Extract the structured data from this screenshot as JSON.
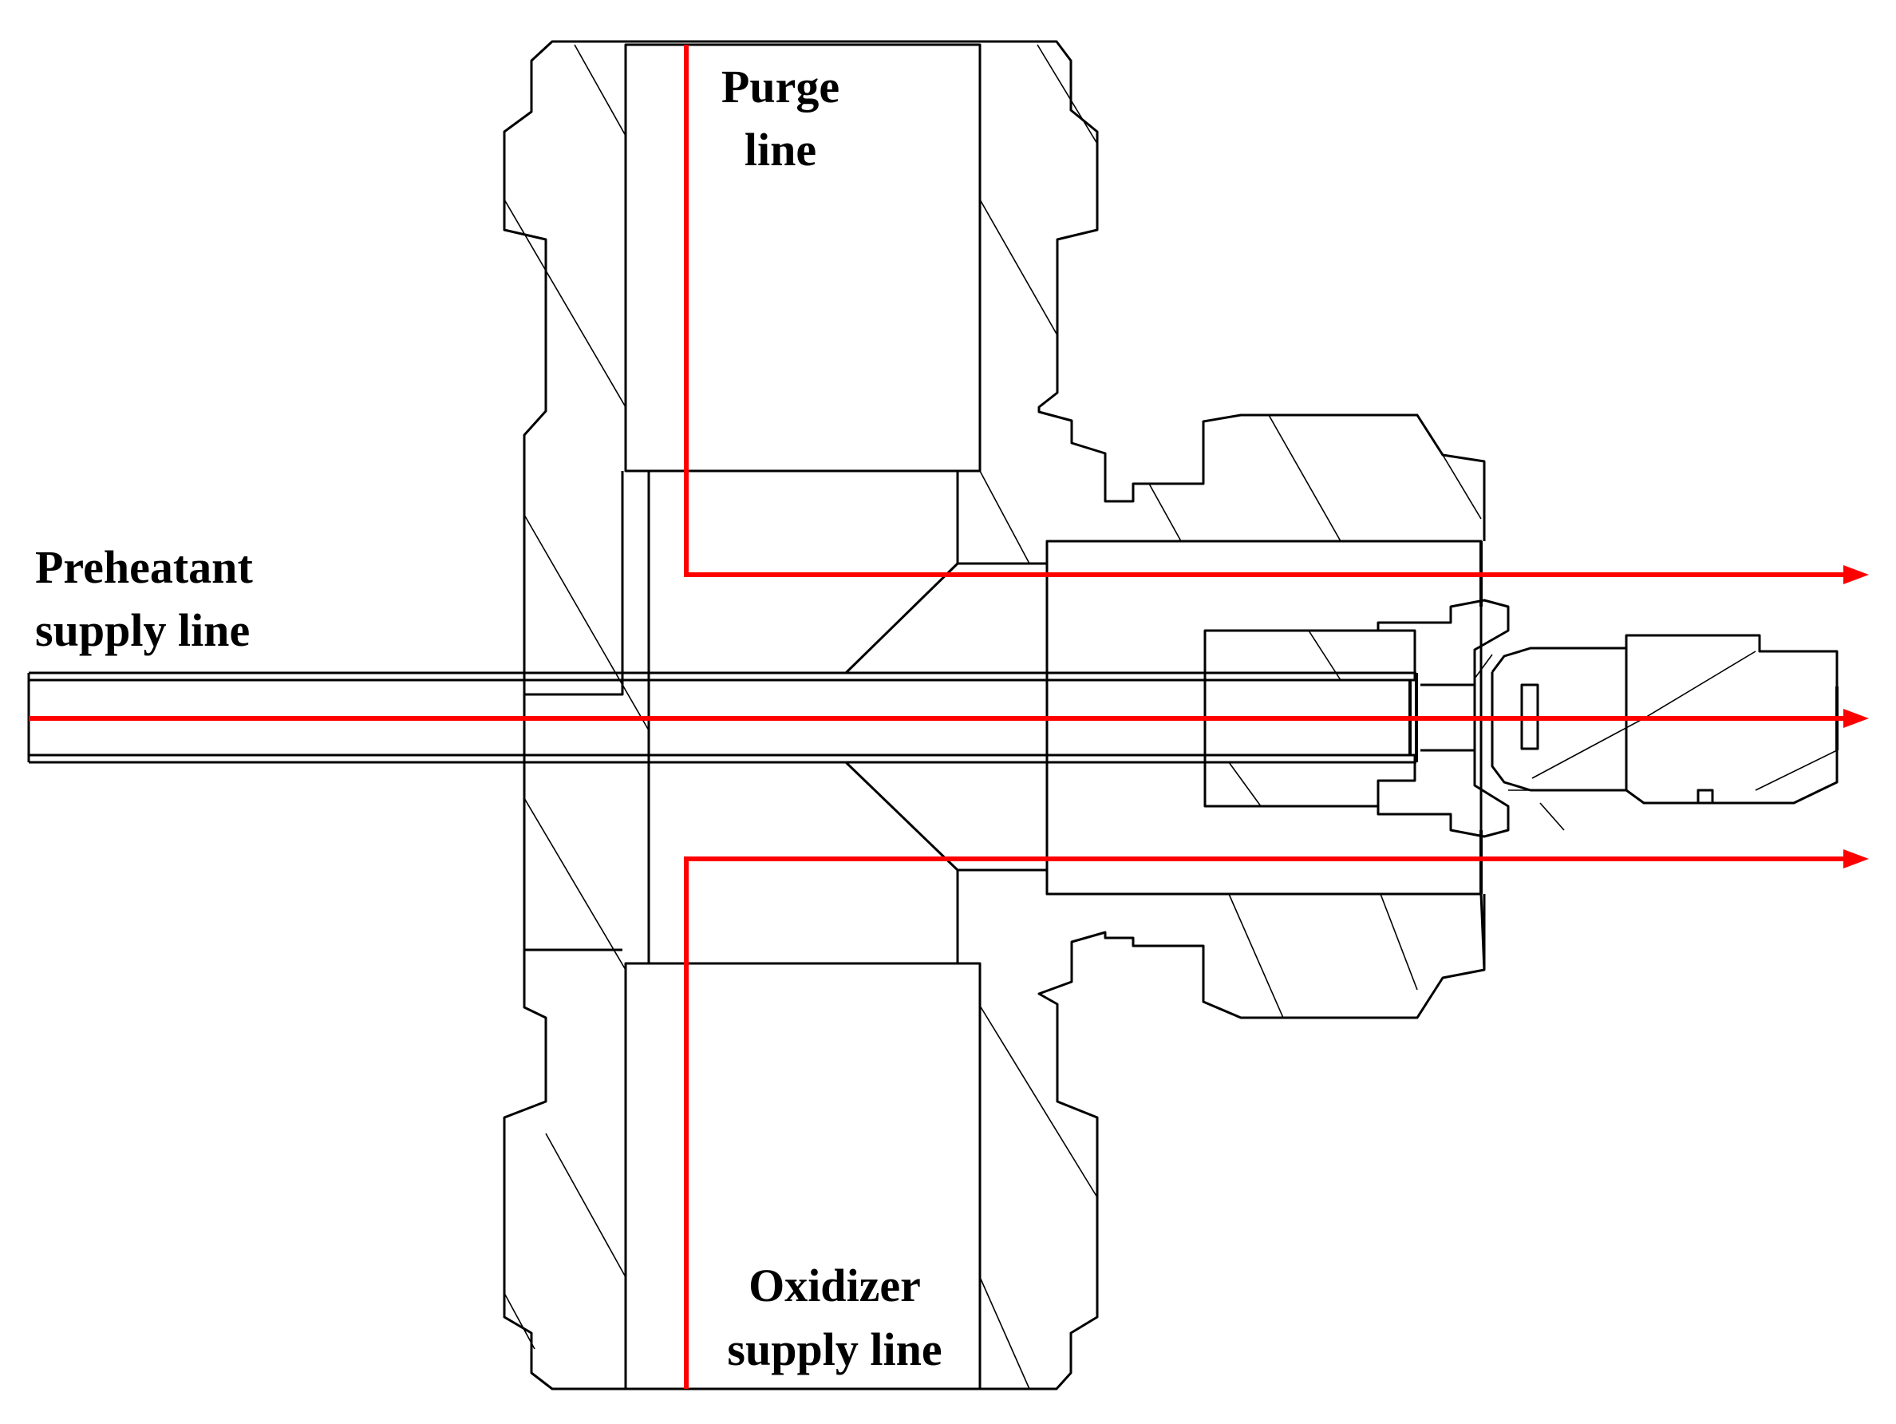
{
  "labels": {
    "purge_line": [
      "Purge",
      "line"
    ],
    "preheatant_supply_line": [
      "Preheatant",
      "supply line"
    ],
    "oxidizer_supply_line": [
      "Oxidizer",
      "supply line"
    ]
  },
  "colors": {
    "flow_path": "#ff0000",
    "drawing_lines": "#000000",
    "background": "#ffffff"
  }
}
